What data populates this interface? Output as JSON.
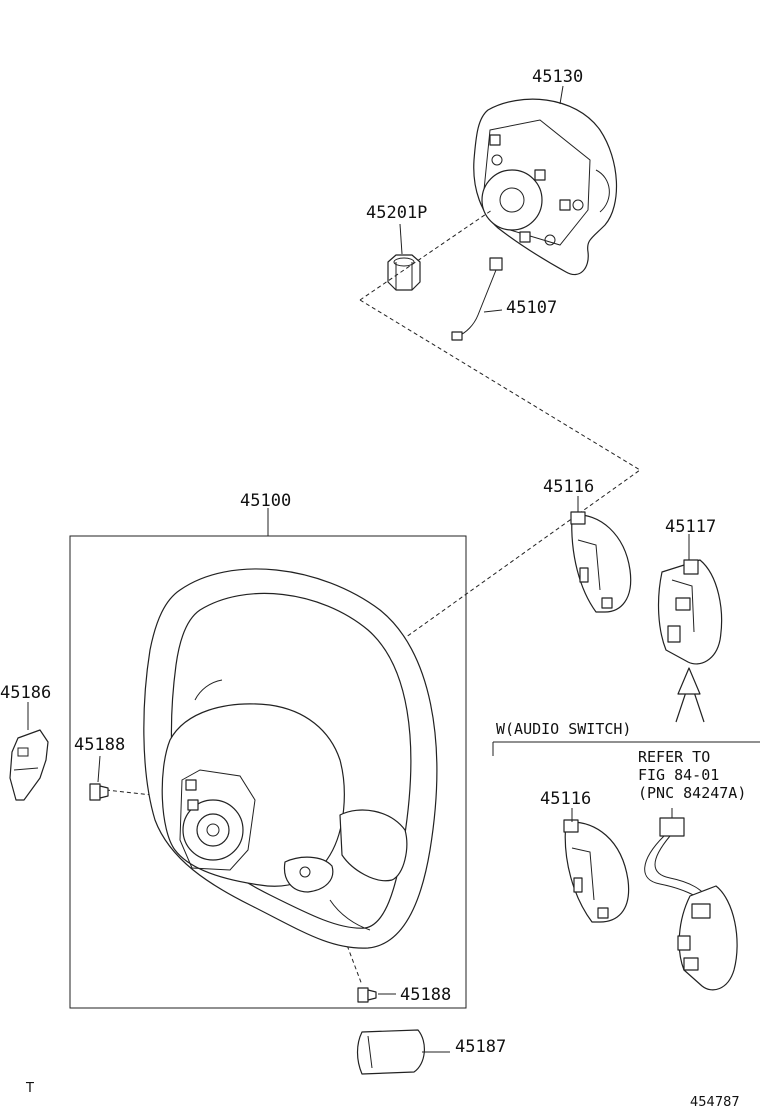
{
  "parts": {
    "p45130": "45130",
    "p45201p": "45201P",
    "p45107": "45107",
    "p45116_top": "45116",
    "p45117": "45117",
    "p45100": "45100",
    "p45186": "45186",
    "p45188_left": "45188",
    "p45188_bottom": "45188",
    "p45187": "45187",
    "p45116_bottom": "45116"
  },
  "variant": {
    "label": "W(AUDIO SWITCH)",
    "refer_line1": "REFER TO",
    "refer_line2": "FIG 84-01",
    "refer_line3": "(PNC 84247A)"
  },
  "footer": {
    "corner_mark": "T",
    "diagram_number": "454787"
  }
}
